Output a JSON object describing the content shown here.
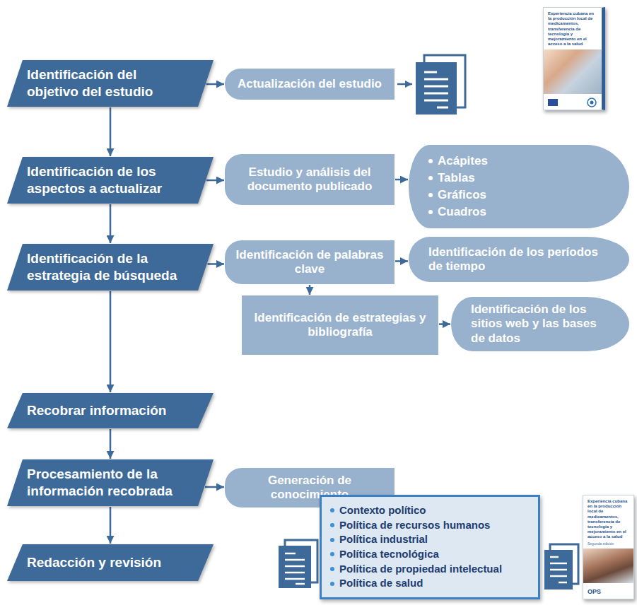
{
  "diagram": {
    "nodes": [
      {
        "text": [
          "Identificación del objetivo del estudio"
        ]
      },
      {
        "text": [
          "Actualización del estudio"
        ]
      },
      {
        "text": [
          "Identificación de los aspectos a actualizar"
        ]
      },
      {
        "text": [
          "Estudio y análisis del documento publicado"
        ]
      },
      {
        "text": [
          "Acápites",
          "Tablas",
          "Gráficos",
          "Cuadros"
        ]
      },
      {
        "text": [
          "Identificación de la estrategia de búsqueda"
        ]
      },
      {
        "text": [
          "Identificación de palabras clave"
        ]
      },
      {
        "text": [
          "Identificación de los períodos de tiempo"
        ]
      },
      {
        "text": [
          "Identificación de estrategias y bibliografía"
        ]
      },
      {
        "text": [
          "Identificación de los sitios web y las bases de datos"
        ]
      },
      {
        "text": [
          "Recobrar información"
        ]
      },
      {
        "text": [
          "Procesamiento de la información recobrada"
        ]
      },
      {
        "text": [
          "Generación de conocimiento"
        ]
      },
      {
        "text": [
          "Redacción y revisión"
        ]
      },
      {
        "text": [
          "Contexto político",
          "Política de recursos humanos",
          "Política industrial",
          "Política tecnológica",
          "Política de propiedad intelectual",
          "Política de salud"
        ]
      }
    ],
    "edges": [
      {
        "from": 0,
        "to": 1,
        "arrow": "to"
      },
      {
        "from": 0,
        "to": 2,
        "arrow": "to"
      },
      {
        "from": 2,
        "to": 3,
        "arrow": "to"
      },
      {
        "from": 3,
        "to": 4,
        "arrow": "to"
      },
      {
        "from": 2,
        "to": 5,
        "arrow": "to"
      },
      {
        "from": 5,
        "to": 6,
        "arrow": "to"
      },
      {
        "from": 6,
        "to": 7,
        "arrow": "to"
      },
      {
        "from": 6,
        "to": 8,
        "arrow": "to"
      },
      {
        "from": 8,
        "to": 9,
        "arrow": "to"
      },
      {
        "from": 5,
        "to": 10,
        "arrow": "to"
      },
      {
        "from": 10,
        "to": 11,
        "arrow": "to"
      },
      {
        "from": 11,
        "to": 12,
        "arrow": "to"
      },
      {
        "from": 11,
        "to": 13,
        "arrow": "to"
      }
    ],
    "labels": [
      "Experiencia cubana en la producción local de medicamentos, transferencia de tecnología y mejoramiento en el acceso a la salud",
      "Experiencia cubana en la producción local de medicamentos, transferencia de tecnología y mejoramiento en el acceso a la salud",
      "Segunda edición",
      "OPS"
    ]
  }
}
